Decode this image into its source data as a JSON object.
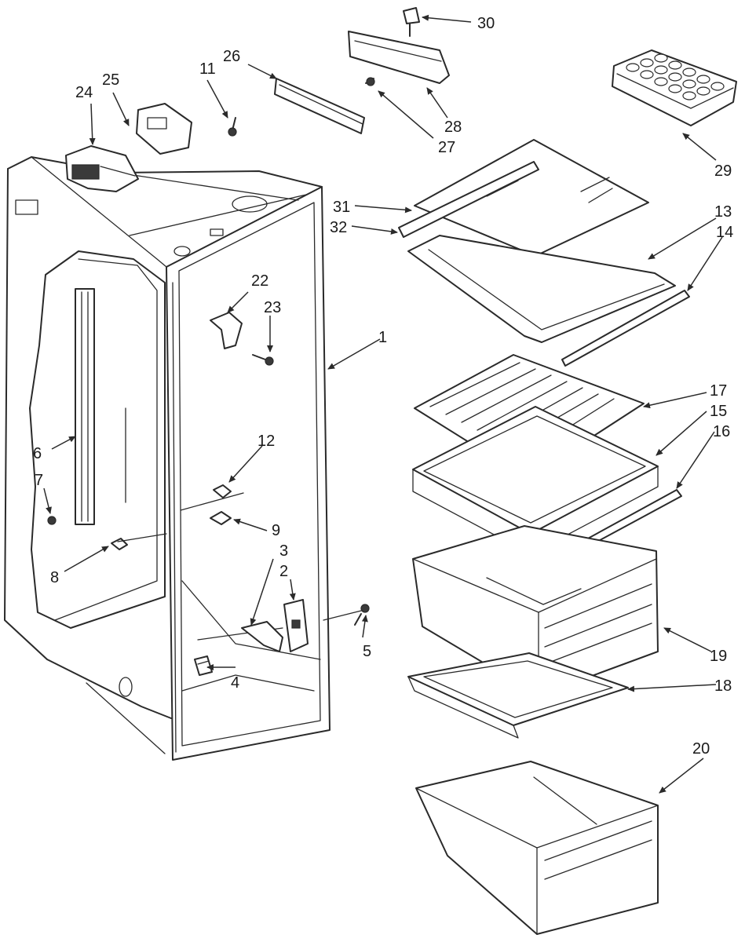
{
  "callouts": {
    "c1": "1",
    "c2": "2",
    "c3": "3",
    "c4": "4",
    "c5": "5",
    "c6": "6",
    "c7": "7",
    "c8": "8",
    "c9": "9",
    "c11": "11",
    "c12": "12",
    "c13": "13",
    "c14": "14",
    "c15": "15",
    "c16": "16",
    "c17": "17",
    "c18": "18",
    "c19": "19",
    "c20": "20",
    "c22": "22",
    "c23": "23",
    "c24": "24",
    "c25": "25",
    "c26": "26",
    "c27": "27",
    "c28": "28",
    "c29": "29",
    "c30": "30",
    "c31": "31",
    "c32": "32"
  },
  "colors": {
    "line": "#2a2a2a",
    "background": "#ffffff"
  }
}
